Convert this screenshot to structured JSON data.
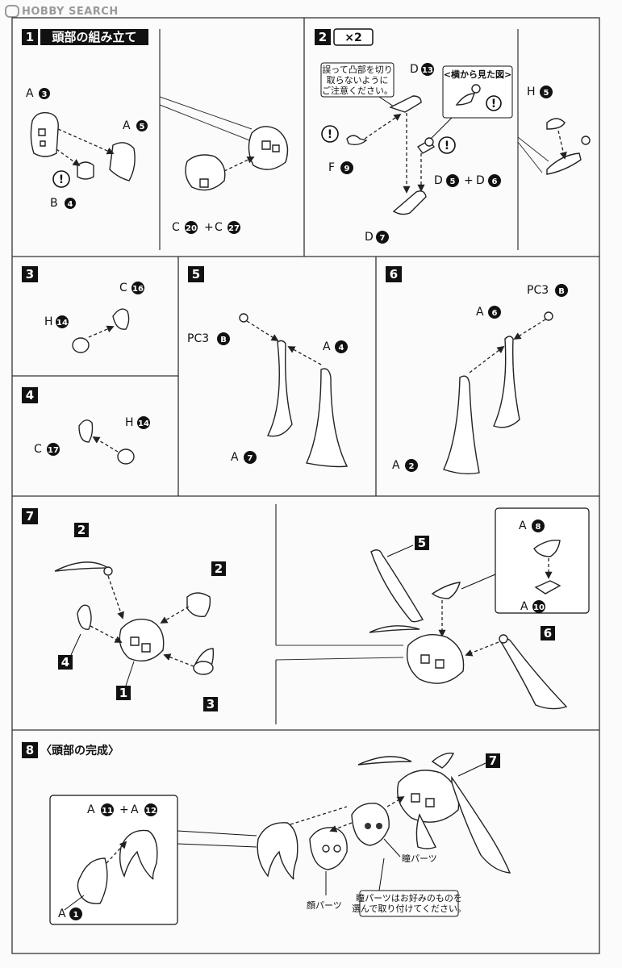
{
  "watermark": "HOBBY SEARCH",
  "steps": {
    "s1": {
      "num": "1",
      "title": "頭部の組み立て"
    },
    "s2": {
      "num": "2",
      "multiplier": "×2",
      "note_line1": "誤って凸部を切り",
      "note_line2": "取らないように",
      "note_line3": "ご注意ください。",
      "side_view": "<横から見た図>"
    },
    "s3": {
      "num": "3"
    },
    "s4": {
      "num": "4"
    },
    "s5": {
      "num": "5"
    },
    "s6": {
      "num": "6"
    },
    "s7": {
      "num": "7"
    },
    "s8": {
      "num": "8",
      "title": "〈頭部の完成〉",
      "pupil_parts": "瞳パーツ",
      "face_parts": "顔パーツ",
      "pupil_note_line1": "瞳パーツはお好みのものを",
      "pupil_note_line2": "選んで取り付けてください。"
    }
  },
  "parts": {
    "A3": "A",
    "A5": "A",
    "B4": "B",
    "C20": "C",
    "C27": "C",
    "D13": "D",
    "F9": "F",
    "D5": "D",
    "D6": "D",
    "D7": "D",
    "H5": "H",
    "C16": "C",
    "H14a": "H",
    "C17": "C",
    "H14b": "H",
    "PC3B_5": "PC3",
    "A4": "A",
    "A7": "A",
    "A6": "A",
    "PC3B_6": "PC3",
    "A2": "A",
    "A8": "A",
    "A10": "A",
    "A11": "A",
    "A12": "A",
    "A1": "A"
  },
  "numbers": {
    "n3": "3",
    "n5": "5",
    "n4": "4",
    "n20": "20",
    "n27": "27",
    "n13": "13",
    "n9": "9",
    "n6": "6",
    "n7": "7",
    "n16": "16",
    "n14": "14",
    "n17": "17",
    "nB": "B",
    "n2": "2",
    "n8": "8",
    "n10": "10",
    "n11": "11",
    "n12": "12",
    "n1": "1"
  },
  "symbols": {
    "plus": "+",
    "caution": "!"
  },
  "step7_callouts": {
    "c2a": "2",
    "c2b": "2",
    "c4": "4",
    "c1": "1",
    "c3": "3",
    "c5": "5",
    "c6": "6"
  },
  "step8_callouts": {
    "c7": "7"
  }
}
